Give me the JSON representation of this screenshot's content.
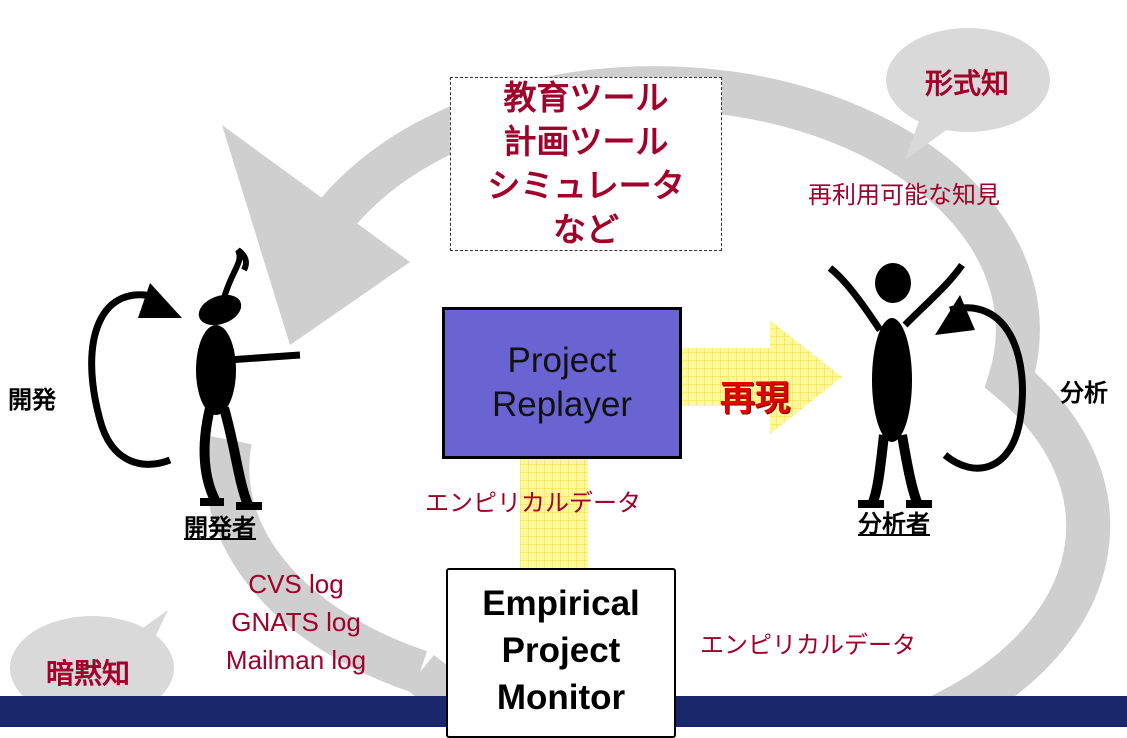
{
  "tools": {
    "lines": [
      "教育ツール",
      "計画ツール",
      "シミュレータ",
      "など"
    ]
  },
  "replayer": {
    "lines": [
      "Project",
      "Replayer"
    ]
  },
  "monitor": {
    "lines": [
      "Empirical",
      "Project",
      "Monitor"
    ]
  },
  "labels": {
    "reproduce": "再現",
    "empirical_data_top": "エンピリカルデータ",
    "empirical_data_bottom": "エンピリカルデータ",
    "reusable_knowledge": "再利用可能な知見",
    "development": "開発",
    "analysis": "分析",
    "developer": "開発者",
    "analyst": "分析者"
  },
  "logs": [
    "CVS log",
    "GNATS log",
    "Mailman log"
  ],
  "bubbles": {
    "explicit_knowledge": "形式知",
    "tacit_knowledge": "暗黙知"
  },
  "colors": {
    "accent_text": "#a0002a",
    "replayer_fill": "#6a64d2",
    "footer": "#18286a",
    "cycle_arrow": "#cfcfcf",
    "yellow_arrow": "#fff27a"
  }
}
